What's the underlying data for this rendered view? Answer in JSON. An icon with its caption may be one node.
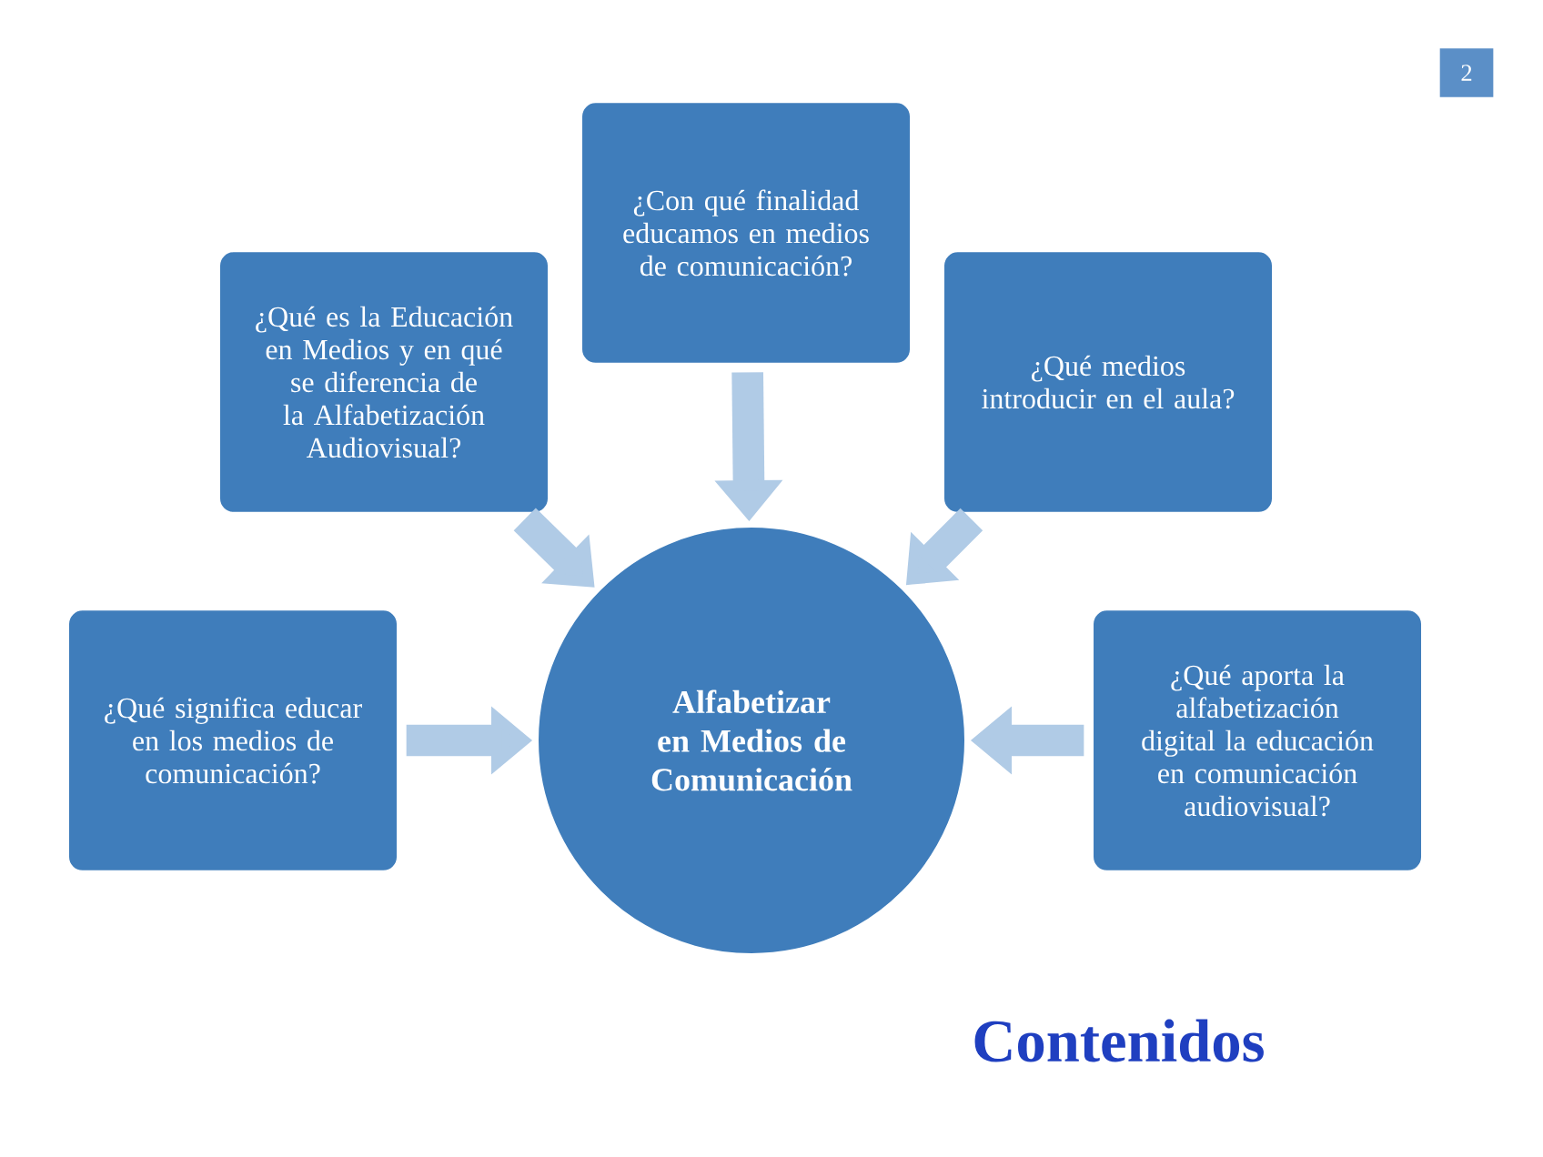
{
  "diagram": {
    "title": "Contenidos",
    "nodes": [
      {
        "text": [
          "¿Con qué finalidad educamos en medios de comunicación?"
        ]
      },
      {
        "text": [
          "¿Qué es la Educación en Medios y en qué se diferencia de la Alfabetización Audiovisual?"
        ]
      },
      {
        "text": [
          "¿Qué medios introducir en el aula?"
        ]
      },
      {
        "text": [
          "¿Qué significa educar en los medios de comunicación?"
        ]
      },
      {
        "text": [
          "Alfabetizar en Medios de Comunicación"
        ]
      },
      {
        "text": [
          "¿Qué aporta la alfabetización digital la educación en comunicación audiovisual?"
        ]
      }
    ],
    "edges": [
      {
        "from": 0,
        "to": 4,
        "arrow": "to"
      },
      {
        "from": 1,
        "to": 4,
        "arrow": "to"
      },
      {
        "from": 2,
        "to": 4,
        "arrow": "to"
      },
      {
        "from": 3,
        "to": 4,
        "arrow": "to"
      },
      {
        "from": 5,
        "to": 4,
        "arrow": "to"
      }
    ],
    "labels": [
      "2"
    ]
  }
}
